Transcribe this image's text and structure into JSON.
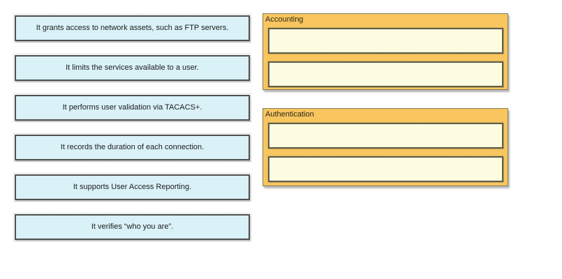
{
  "quiz": {
    "drag_items": [
      {
        "label": "It grants access to network assets, such as FTP servers."
      },
      {
        "label": "It limits the services available to a user."
      },
      {
        "label": "It performs user validation via TACACS+."
      },
      {
        "label": "It records the duration of each connection."
      },
      {
        "label": "It supports User Access Reporting."
      },
      {
        "label": "It verifies “who you are”."
      }
    ],
    "drop_groups": [
      {
        "label": "Accounting",
        "slot_count": 2,
        "slots": [
          "",
          ""
        ]
      },
      {
        "label": "Authentication",
        "slot_count": 2,
        "slots": [
          "",
          ""
        ]
      }
    ]
  },
  "colors": {
    "drag_item_fill": "#d9f1f7",
    "drag_item_border": "#4f4f4f",
    "drop_group_fill": "#f8c55e",
    "drop_group_border": "#7f7f5e",
    "drop_slot_fill": "#fdfce0",
    "drop_slot_border": "#5e5e48",
    "page_background": "#ffffff"
  }
}
